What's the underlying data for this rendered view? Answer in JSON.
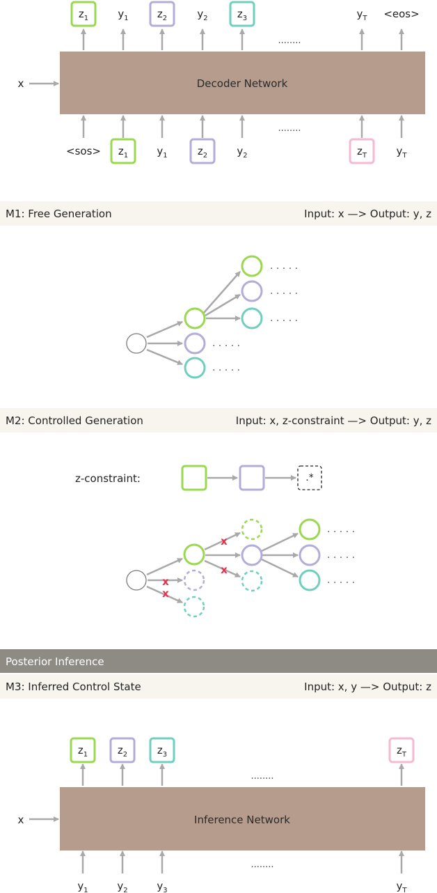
{
  "colors": {
    "green": "#9ad84f",
    "purple": "#b4acd8",
    "teal": "#6fcfbe",
    "pink": "#f5b9d2",
    "network": "#b59c8c",
    "arrow": "#a8a8a8",
    "banner": "#f8f5ee",
    "section_header": "#8d8b84",
    "cross": "#e8304a"
  },
  "decoder": {
    "network_label": "Decoder Network",
    "input_label": "x",
    "outputs": [
      {
        "base": "z",
        "sub": "1",
        "box": "green"
      },
      {
        "base": "y",
        "sub": "1",
        "box": null
      },
      {
        "base": "z",
        "sub": "2",
        "box": "purple"
      },
      {
        "base": "y",
        "sub": "2",
        "box": null
      },
      {
        "base": "z",
        "sub": "3",
        "box": "teal"
      },
      {
        "base": "y",
        "sub": "T",
        "box": null
      },
      {
        "base": "<eos>",
        "sub": "",
        "box": null
      }
    ],
    "inputs": [
      {
        "base": "<sos>",
        "sub": "",
        "box": null
      },
      {
        "base": "z",
        "sub": "1",
        "box": "green"
      },
      {
        "base": "y",
        "sub": "1",
        "box": null
      },
      {
        "base": "z",
        "sub": "2",
        "box": "purple"
      },
      {
        "base": "y",
        "sub": "2",
        "box": null
      },
      {
        "base": "z",
        "sub": "T",
        "box": "pink"
      },
      {
        "base": "y",
        "sub": "T",
        "box": null
      }
    ],
    "ellipsis": "........"
  },
  "m1": {
    "title": "M1: Free Generation",
    "io": "Input: x  —> Output: y, z"
  },
  "m2": {
    "title": "M2: Controlled Generation",
    "io": "Input: x, z-constraint  —> Output: y, z",
    "constraint_label": "z-constraint:",
    "wildcard": ".*",
    "cross_mark": "x"
  },
  "posterior": {
    "header": "Posterior Inference"
  },
  "m3": {
    "title": "M3: Inferred Control State",
    "io": "Input: x, y  —> Output: z"
  },
  "inference": {
    "network_label": "Inference Network",
    "input_label": "x",
    "outputs": [
      {
        "base": "z",
        "sub": "1",
        "box": "green"
      },
      {
        "base": "z",
        "sub": "2",
        "box": "purple"
      },
      {
        "base": "z",
        "sub": "3",
        "box": "teal"
      },
      {
        "base": "z",
        "sub": "T",
        "box": "pink"
      }
    ],
    "inputs": [
      {
        "base": "y",
        "sub": "1",
        "box": null
      },
      {
        "base": "y",
        "sub": "2",
        "box": null
      },
      {
        "base": "y",
        "sub": "3",
        "box": null
      },
      {
        "base": "y",
        "sub": "T",
        "box": null
      }
    ],
    "ellipsis": "........"
  },
  "tree_dots": ". . . . ."
}
